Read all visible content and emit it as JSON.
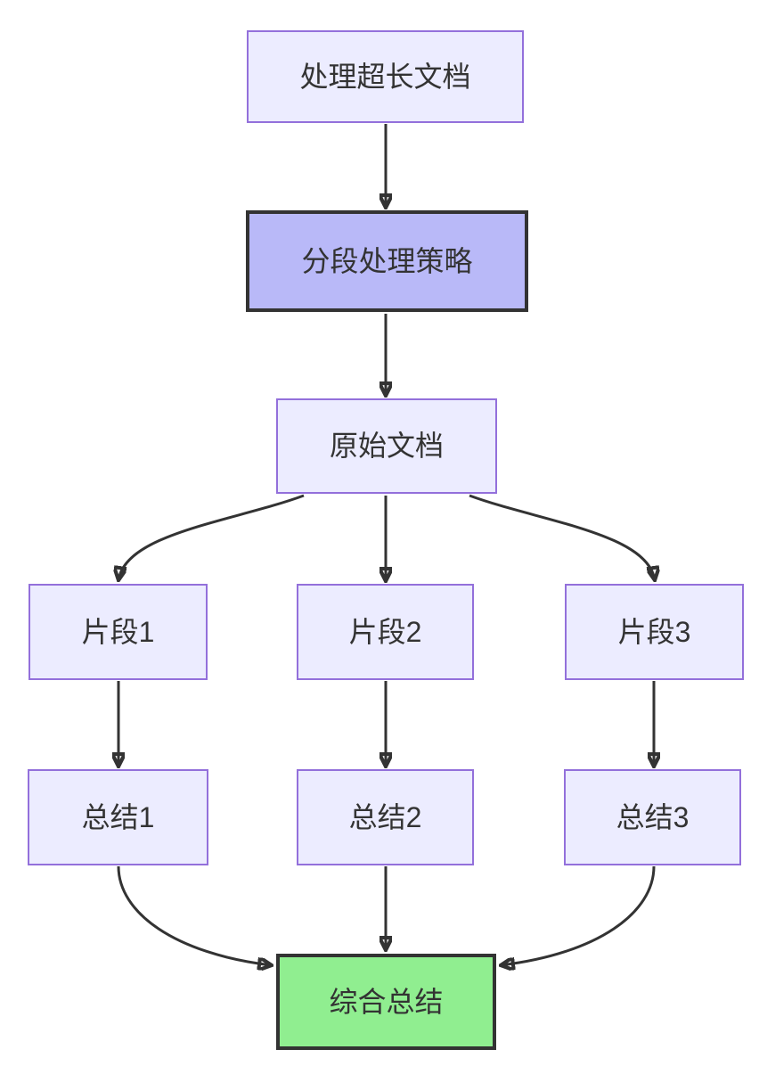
{
  "diagram": {
    "type": "flowchart",
    "direction": "top-down",
    "nodes": [
      {
        "id": "A",
        "label": "处理超长文档",
        "style": "default"
      },
      {
        "id": "B",
        "label": "分段处理策略",
        "style": "emphasis-purple"
      },
      {
        "id": "C",
        "label": "原始文档",
        "style": "default"
      },
      {
        "id": "D1",
        "label": "片段1",
        "style": "default"
      },
      {
        "id": "D2",
        "label": "片段2",
        "style": "default"
      },
      {
        "id": "D3",
        "label": "片段3",
        "style": "default"
      },
      {
        "id": "E1",
        "label": "总结1",
        "style": "default"
      },
      {
        "id": "E2",
        "label": "总结2",
        "style": "default"
      },
      {
        "id": "E3",
        "label": "总结3",
        "style": "default"
      },
      {
        "id": "F",
        "label": "综合总结",
        "style": "emphasis-green"
      }
    ],
    "edges": [
      {
        "from": "A",
        "to": "B"
      },
      {
        "from": "B",
        "to": "C"
      },
      {
        "from": "C",
        "to": "D1"
      },
      {
        "from": "C",
        "to": "D2"
      },
      {
        "from": "C",
        "to": "D3"
      },
      {
        "from": "D1",
        "to": "E1"
      },
      {
        "from": "D2",
        "to": "E2"
      },
      {
        "from": "D3",
        "to": "E3"
      },
      {
        "from": "E1",
        "to": "F"
      },
      {
        "from": "E2",
        "to": "F"
      },
      {
        "from": "E3",
        "to": "F"
      }
    ],
    "colors": {
      "background": "#FFFFFF",
      "node_fill": "#ECECFF",
      "node_border": "#9370DB",
      "emphasis_purple_fill": "#B9B9F8",
      "emphasis_green_fill": "#90EE90",
      "emphasis_border": "#333333",
      "edge_stroke": "#333333",
      "text": "#333333"
    }
  }
}
